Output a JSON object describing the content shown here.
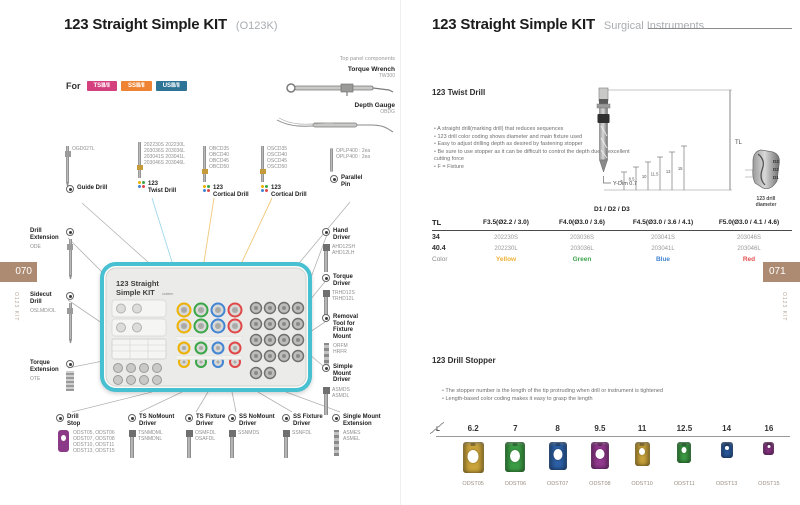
{
  "page_left": {
    "page_number": "070",
    "side_label": "O123 KIT",
    "title": "123 Straight Simple KIT",
    "title_code": "(O123K)",
    "for_label": "For",
    "compat_badges": [
      {
        "label": "TSⅢ/Ⅱ",
        "color": "#d43f7e"
      },
      {
        "label": "SSⅢ/Ⅱ",
        "color": "#ef8334"
      },
      {
        "label": "USⅢ/Ⅱ",
        "color": "#2e7496"
      }
    ],
    "top_panel": {
      "heading": "Top panel components",
      "items": [
        {
          "name": "Torque Wrench",
          "code": "TW300"
        },
        {
          "name": "Depth Gauge",
          "code": "OBDG"
        }
      ]
    },
    "tray": {
      "title_line1": "123 Straight",
      "title_line2": "Simple KIT",
      "brand": "osstem"
    },
    "dot_colors": [
      "#eeb100",
      "#3aa648",
      "#4285d2",
      "#e04848"
    ],
    "callouts": [
      {
        "id": "guide-drill",
        "label": [
          "Guide Drill"
        ],
        "codes": [
          "OGD027L"
        ],
        "icon": "drill",
        "marker": true,
        "dots": false
      },
      {
        "id": "twist-drill",
        "label": [
          "123",
          "Twist Drill"
        ],
        "codes": [
          "202230S  202230L",
          "203036S  203036L",
          "203041S  203041L",
          "203046S  203046L"
        ],
        "icon": "drill-band",
        "marker": false,
        "dots": true
      },
      {
        "id": "cortical-drill-1",
        "label": [
          "123",
          "Cortical Drill"
        ],
        "codes": [
          "OBCD35",
          "OBCD40",
          "OBCD45",
          "OBCD50"
        ],
        "icon": "drill-band",
        "marker": false,
        "dots": true
      },
      {
        "id": "cortical-drill-2",
        "label": [
          "123",
          "Cortical Drill"
        ],
        "codes": [
          "OSCD35",
          "OSCD40",
          "OSCD45",
          "OSCD50"
        ],
        "icon": "drill-band",
        "marker": false,
        "dots": true
      },
      {
        "id": "parallel-pin",
        "label": [
          "Parallel",
          "Pin"
        ],
        "codes": [
          "OPLP400 : 2ea",
          "OPLP400 : 2ea"
        ],
        "icon": "pin",
        "marker": true,
        "dots": false
      },
      {
        "id": "drill-extension",
        "label": [
          "Drill",
          "Extension"
        ],
        "codes": [
          "ODE"
        ],
        "icon": "drill",
        "marker": true,
        "dots": false
      },
      {
        "id": "sidecut-drill",
        "label": [
          "Sidecut",
          "Drill"
        ],
        "codes": [
          "OSLMD/OL"
        ],
        "icon": "drill",
        "marker": true,
        "dots": false
      },
      {
        "id": "torque-extension",
        "label": [
          "Torque",
          "Extension"
        ],
        "codes": [
          "OTE"
        ],
        "icon": "torque",
        "marker": true,
        "dots": false
      },
      {
        "id": "drill-stop",
        "label": [
          "Drill",
          "Stop"
        ],
        "codes": [
          "ODST05, ODST06",
          "ODST07, ODST08",
          "ODST10, ODST11",
          "ODST13, ODST15"
        ],
        "icon": "stopper",
        "marker": true,
        "dots": false
      },
      {
        "id": "ts-nomount-driver",
        "label": [
          "TS NoMount",
          "Driver"
        ],
        "codes": [
          "TSNMDML",
          "TSNMDNL"
        ],
        "icon": "driver",
        "marker": true,
        "dots": false
      },
      {
        "id": "ts-fixture-driver",
        "label": [
          "TS Fixture",
          "Driver"
        ],
        "codes": [
          "OSMFDL",
          "OSAFDL"
        ],
        "icon": "driver",
        "marker": true,
        "dots": false
      },
      {
        "id": "ss-nomount-driver",
        "label": [
          "SS NoMount",
          "Driver"
        ],
        "codes": [
          "SSNMDS"
        ],
        "icon": "driver",
        "marker": true,
        "dots": false
      },
      {
        "id": "ss-fixture-driver",
        "label": [
          "SS Fixture",
          "Driver"
        ],
        "codes": [
          "SSNFDL"
        ],
        "icon": "driver",
        "marker": true,
        "dots": false
      },
      {
        "id": "single-mount-extension",
        "label": [
          "Single Mount",
          "Extension"
        ],
        "codes": [
          "ASMES",
          "ASMEL"
        ],
        "icon": "mountext",
        "marker": true,
        "dots": false
      },
      {
        "id": "hand-driver",
        "label": [
          "Hand",
          "Driver"
        ],
        "codes": [
          "AHD12SH",
          "AHD12LH"
        ],
        "icon": "driver",
        "marker": true,
        "dots": false
      },
      {
        "id": "torque-driver",
        "label": [
          "Torque",
          "Driver"
        ],
        "codes": [
          "TRHD12S",
          "TRHD12L"
        ],
        "icon": "driver",
        "marker": true,
        "dots": false
      },
      {
        "id": "removal-tool-for-fixture-mount",
        "label": [
          "Removal",
          "Tool for",
          "Fixture",
          "Mount"
        ],
        "codes": [
          "ORFM",
          "HRFR"
        ],
        "icon": "mountext",
        "marker": true,
        "dots": false
      },
      {
        "id": "simple-mount-driver",
        "label": [
          "Simple",
          "Mount",
          "Driver"
        ],
        "codes": [
          "ASMDS",
          "ASMDL"
        ],
        "icon": "driver",
        "marker": true,
        "dots": false
      }
    ]
  },
  "page_right": {
    "page_number": "071",
    "side_label": "O123 KIT",
    "title": "123 Straight Simple KIT",
    "subtitle": "Surgical Instruments",
    "twist_drill": {
      "heading": "123 Twist Drill",
      "bullets": [
        "A straight drill(marking drill) that reduces sequences",
        "123 drill color coding shows diameter and main fixture used",
        "Easy to adjust drilling depth as desired by fastening stopper",
        "Be sure to use stopper as it can be difficult to control the depth due to excellent cutting force",
        "F = Fixture"
      ],
      "diagram": {
        "tl_label": "TL",
        "depth_marks": [
          "7",
          "8.5",
          "10",
          "11.5",
          "13",
          "15"
        ],
        "y_dim": "Y-Dim 0.7",
        "tip_labels": [
          "D3",
          "D2",
          "D1"
        ],
        "tip_caption_line1": "123 drill",
        "tip_caption_line2": "diameter"
      },
      "table": {
        "d_label": "D1 / D2 / D3",
        "col0": "TL",
        "columns": [
          "F3.5(Ø2.2 / 3.0)",
          "F4.0(Ø3.0 / 3.6)",
          "F4.5(Ø3.0 / 3.6 / 4.1)",
          "F5.0(Ø3.0 / 4.1 / 4.6)"
        ],
        "rows": [
          {
            "tl": "34",
            "values": [
              "202230S",
              "203036S",
              "203041S",
              "203046S"
            ]
          },
          {
            "tl": "40.4",
            "values": [
              "202230L",
              "203036L",
              "203041L",
              "203046L"
            ]
          }
        ],
        "color_row": {
          "label": "Color",
          "values": [
            {
              "name": "Yellow",
              "hex": "#eeb135"
            },
            {
              "name": "Green",
              "hex": "#3fa44e"
            },
            {
              "name": "Blue",
              "hex": "#4285d2"
            },
            {
              "name": "Red",
              "hex": "#e45050"
            }
          ]
        }
      }
    },
    "drill_stopper": {
      "heading": "123 Drill Stopper",
      "bullets": [
        "The stopper number is the length of the tip protruding when drill or instrument is tightened",
        "Length-based color coding makes it easy to grasp the length"
      ],
      "l_label": "L",
      "stoppers": [
        {
          "length": "6.2",
          "code": "ODST05",
          "color": "#c9a33b"
        },
        {
          "length": "7",
          "code": "ODST06",
          "color": "#3c9c45"
        },
        {
          "length": "8",
          "code": "ODST07",
          "color": "#2c5fa5"
        },
        {
          "length": "9.5",
          "code": "ODST08",
          "color": "#93398f"
        },
        {
          "length": "11",
          "code": "ODST10",
          "color": "#c9a33b"
        },
        {
          "length": "12.5",
          "code": "ODST11",
          "color": "#3c9c45"
        },
        {
          "length": "14",
          "code": "ODST13",
          "color": "#2c5fa5"
        },
        {
          "length": "16",
          "code": "ODST15",
          "color": "#93398f"
        }
      ]
    }
  }
}
